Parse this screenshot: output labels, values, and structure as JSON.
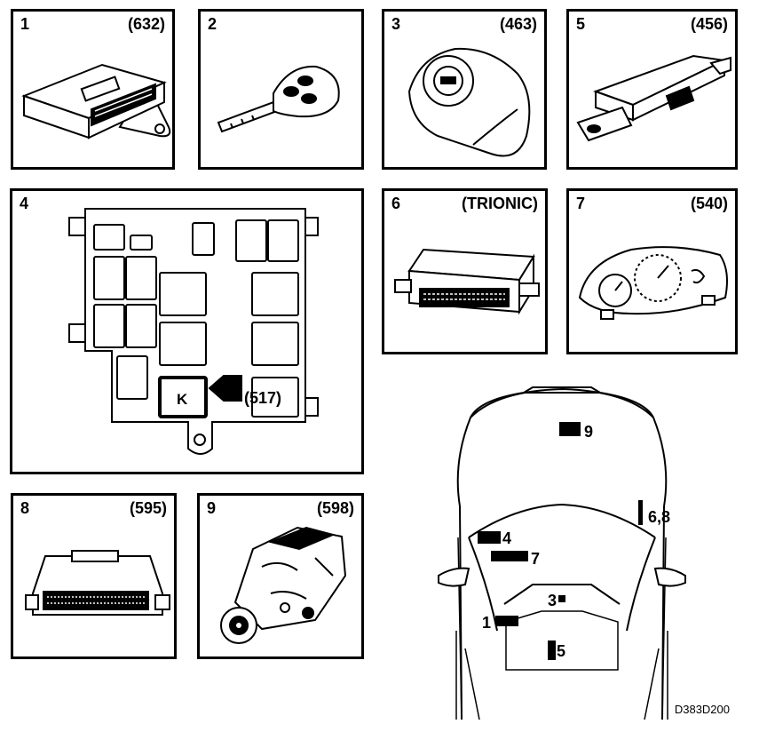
{
  "panels": [
    {
      "num": "1",
      "code": "(632)",
      "icon": "control-module-with-bracket"
    },
    {
      "num": "2",
      "code": "",
      "icon": "ignition-key"
    },
    {
      "num": "3",
      "code": "(463)",
      "icon": "ignition-switch"
    },
    {
      "num": "5",
      "code": "(456)",
      "icon": "immobiliser-module"
    },
    {
      "num": "4",
      "code": "",
      "icon": "fuse-box"
    },
    {
      "num": "6",
      "code": "(TRIONIC)",
      "icon": "trionic-ecu"
    },
    {
      "num": "7",
      "code": "(540)",
      "icon": "instrument-cluster"
    },
    {
      "num": "8",
      "code": "(595)",
      "icon": "diesel-ecu"
    },
    {
      "num": "9",
      "code": "(598)",
      "icon": "injection-pump"
    }
  ],
  "fusebox": {
    "relay_label": "K",
    "relay_code": "(517)"
  },
  "car_labels": {
    "l9": "9",
    "l68": "6,8",
    "l4": "4",
    "l7": "7",
    "l3": "3",
    "l1": "1",
    "l5": "5"
  },
  "reference": "D383D200",
  "colors": {
    "line": "#000000",
    "background": "#ffffff"
  }
}
